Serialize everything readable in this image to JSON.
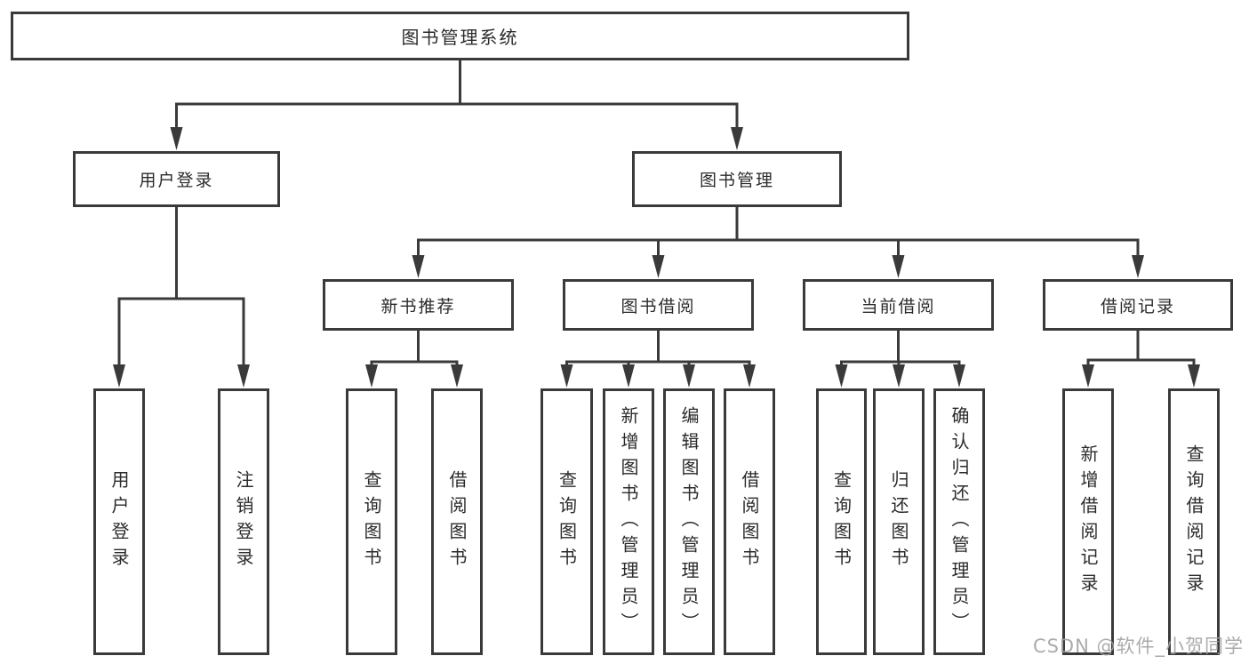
{
  "diagram": {
    "colors": {
      "line": "#3a3a3a",
      "box_border": "#3a3a3a",
      "text": "#2b2b2b",
      "background": "#ffffff",
      "watermark": "#a3a3a3"
    },
    "watermark": "CSDN @软件_小贺同学",
    "nodes": [
      {
        "id": "root",
        "label": "图书管理系统",
        "vertical": false
      },
      {
        "id": "login",
        "label": "用户登录",
        "vertical": false
      },
      {
        "id": "mgmt",
        "label": "图书管理",
        "vertical": false
      },
      {
        "id": "rec",
        "label": "新书推荐",
        "vertical": false
      },
      {
        "id": "borrow",
        "label": "图书借阅",
        "vertical": false
      },
      {
        "id": "current",
        "label": "当前借阅",
        "vertical": false
      },
      {
        "id": "records",
        "label": "借阅记录",
        "vertical": false
      },
      {
        "id": "login_user",
        "label": "用户登录",
        "vertical": true
      },
      {
        "id": "login_logout",
        "label": "注销登录",
        "vertical": true
      },
      {
        "id": "rec_query",
        "label": "查询图书",
        "vertical": true
      },
      {
        "id": "rec_borrow",
        "label": "借阅图书",
        "vertical": true
      },
      {
        "id": "borrow_query",
        "label": "查询图书",
        "vertical": true
      },
      {
        "id": "borrow_add",
        "label": "新增图书（管理员）",
        "vertical": true
      },
      {
        "id": "borrow_edit",
        "label": "编辑图书（管理员）",
        "vertical": true
      },
      {
        "id": "borrow_borrow",
        "label": "借阅图书",
        "vertical": true
      },
      {
        "id": "cur_query",
        "label": "查询图书",
        "vertical": true
      },
      {
        "id": "cur_return",
        "label": "归还图书",
        "vertical": true
      },
      {
        "id": "cur_confirm",
        "label": "确认归还（管理员）",
        "vertical": true
      },
      {
        "id": "recd_add",
        "label": "新增借阅记录",
        "vertical": true
      },
      {
        "id": "recd_query",
        "label": "查询借阅记录",
        "vertical": true
      }
    ],
    "edges": [
      {
        "from": "root",
        "to": [
          "login",
          "mgmt"
        ]
      },
      {
        "from": "login",
        "to": [
          "login_user",
          "login_logout"
        ]
      },
      {
        "from": "mgmt",
        "to": [
          "rec",
          "borrow",
          "current",
          "records"
        ]
      },
      {
        "from": "rec",
        "to": [
          "rec_query",
          "rec_borrow"
        ]
      },
      {
        "from": "borrow",
        "to": [
          "borrow_query",
          "borrow_add",
          "borrow_edit",
          "borrow_borrow"
        ]
      },
      {
        "from": "current",
        "to": [
          "cur_query",
          "cur_return",
          "cur_confirm"
        ]
      },
      {
        "from": "records",
        "to": [
          "recd_add",
          "recd_query"
        ]
      }
    ]
  }
}
